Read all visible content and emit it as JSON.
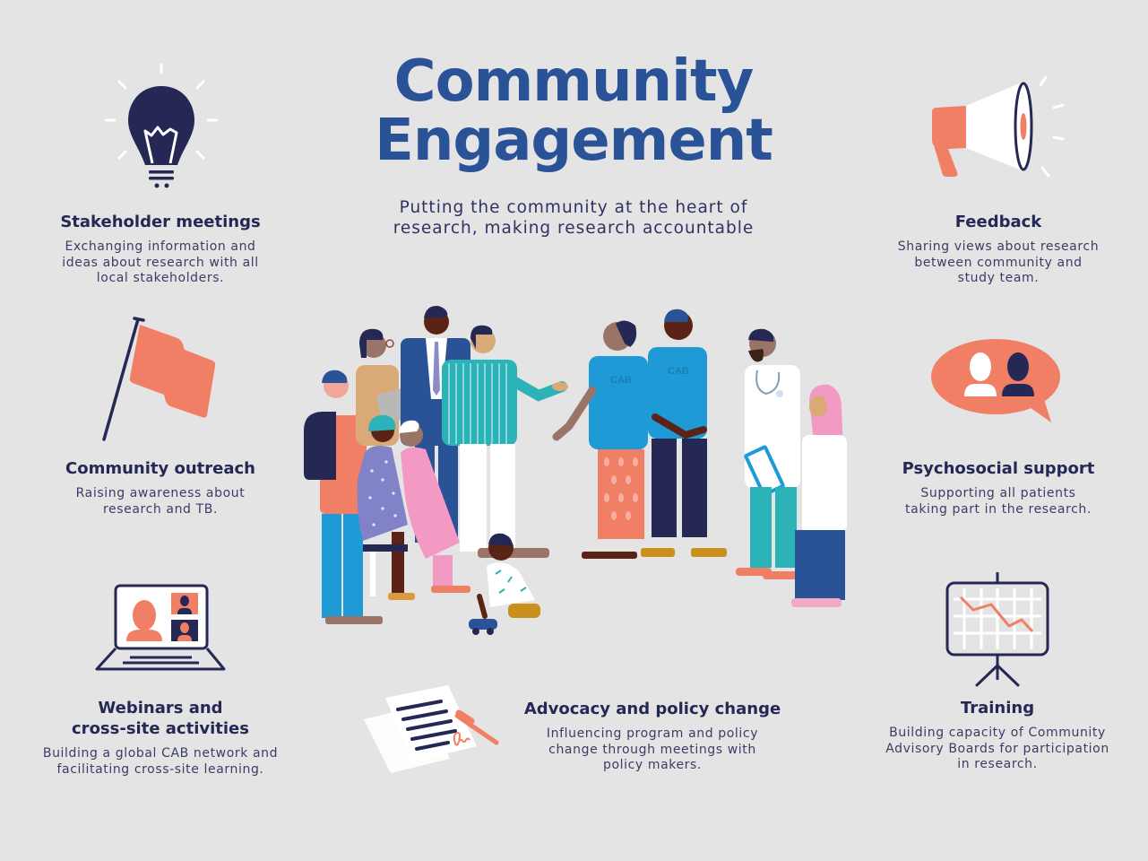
{
  "header": {
    "title_line1": "Community",
    "title_line2": "Engagement",
    "subtitle_line1": "Putting the community at the heart of",
    "subtitle_line2": "research, making research accountable"
  },
  "colors": {
    "background": "#e4e4e4",
    "title_blue": "#2a5297",
    "navy": "#252854",
    "coral": "#f07f66",
    "white": "#ffffff",
    "cab_blue": "#1e9ad6"
  },
  "cards": [
    {
      "id": "stakeholder-meetings",
      "icon": "lightbulb-icon",
      "title": "Stakeholder meetings",
      "desc_lines": [
        "Exchanging information and",
        "ideas about research with all",
        "local stakeholders."
      ]
    },
    {
      "id": "feedback",
      "icon": "megaphone-icon",
      "title": "Feedback",
      "desc_lines": [
        "Sharing views about research",
        "between community and",
        "study team."
      ]
    },
    {
      "id": "community-outreach",
      "icon": "flag-icon",
      "title": "Community outreach",
      "desc_lines": [
        "Raising awareness about",
        "research and TB."
      ]
    },
    {
      "id": "psychosocial-support",
      "icon": "speech-bubble-people-icon",
      "title": "Psychosocial support",
      "desc_lines": [
        "Supporting all patients",
        "taking part in the research."
      ]
    },
    {
      "id": "webinars",
      "icon": "laptop-video-call-icon",
      "title_lines": [
        "Webinars and",
        "cross-site activities"
      ],
      "desc_lines": [
        "Building a global CAB network and",
        "facilitating cross-site learning."
      ]
    },
    {
      "id": "advocacy",
      "icon": "signed-document-icon",
      "title": "Advocacy and policy change",
      "desc_lines": [
        "Influencing program and policy",
        "change through meetings with",
        "policy makers."
      ]
    },
    {
      "id": "training",
      "icon": "presentation-board-chart-icon",
      "title": "Training",
      "desc_lines": [
        "Building capacity of Community",
        "Advisory Boards for participation",
        "in research."
      ]
    }
  ],
  "illustration": {
    "shirt_label_1": "CAB",
    "shirt_label_2": "CAB"
  }
}
